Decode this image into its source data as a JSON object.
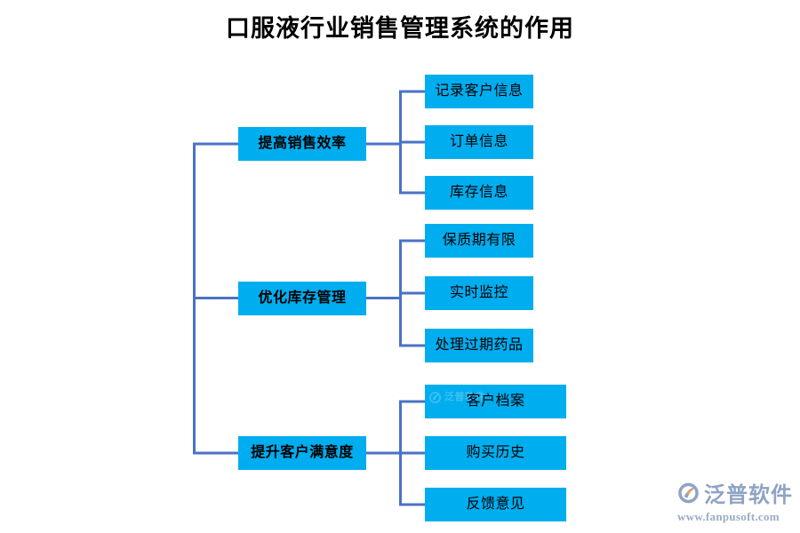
{
  "page": {
    "title": "口服液行业销售管理系统的作用",
    "background_color": "#ffffff"
  },
  "theme": {
    "box_fill": "#00ADEF",
    "box_text": "#000000",
    "connector_color": "#4A72C4",
    "title_color": "#000000",
    "logo_color": "#8FA3C4",
    "logo_accent_color": "#E8A35C"
  },
  "diagram": {
    "type": "tree",
    "root_label": "",
    "branches": [
      {
        "label": "提高销售效率",
        "children": [
          {
            "label": "记录客户信息"
          },
          {
            "label": "订单信息"
          },
          {
            "label": "库存信息"
          }
        ]
      },
      {
        "label": "优化库存管理",
        "children": [
          {
            "label": "保质期有限"
          },
          {
            "label": "实时监控"
          },
          {
            "label": "处理过期药品"
          }
        ]
      },
      {
        "label": "提升客户满意度",
        "children": [
          {
            "label": "客户档案",
            "watermark": "泛普软件"
          },
          {
            "label": "购买历史"
          },
          {
            "label": "反馈意见"
          }
        ]
      }
    ]
  },
  "brand": {
    "name": "泛普软件",
    "url": "www.fanpusoft.com",
    "logo_icon": "fanpu-swoosh-logo"
  }
}
